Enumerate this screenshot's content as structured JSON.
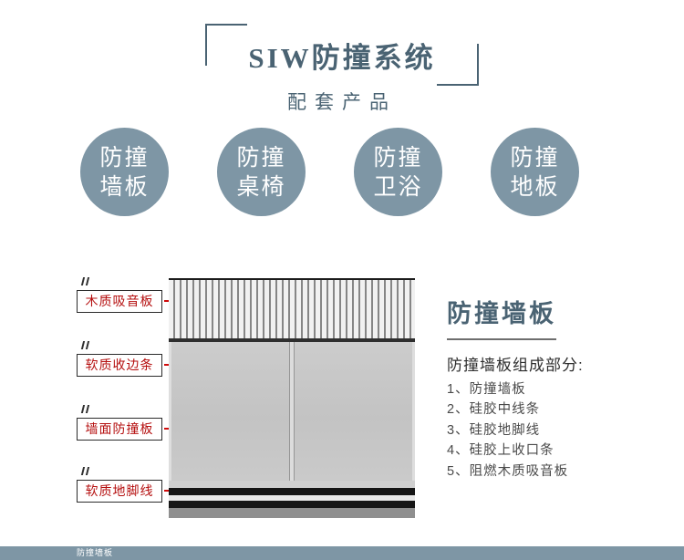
{
  "header": {
    "title": "SIW防撞系统",
    "subtitle": "配套产品"
  },
  "products": [
    {
      "line1": "防撞",
      "line2": "墙板"
    },
    {
      "line1": "防撞",
      "line2": "桌椅"
    },
    {
      "line1": "防撞",
      "line2": "卫浴"
    },
    {
      "line1": "防撞",
      "line2": "地板"
    }
  ],
  "diagram": {
    "labels": [
      {
        "text": "木质吸音板"
      },
      {
        "text": "软质收边条"
      },
      {
        "text": "墙面防撞板"
      },
      {
        "text": "软质地脚线"
      }
    ]
  },
  "detail": {
    "heading": "防撞墙板",
    "intro": "防撞墙板组成部分:",
    "items": [
      "1、防撞墙板",
      "2、硅胶中线条",
      "3、硅胶地脚线",
      "4、硅胶上收口条",
      "5、阻燃木质吸音板"
    ]
  },
  "footer": {
    "text": "防撞墙板"
  },
  "colors": {
    "accent": "#4a6373",
    "circle": "#7e96a5",
    "label_red": "#b50f0f",
    "arrow_red": "#cf0a0a",
    "footer": "#7e96a5"
  }
}
